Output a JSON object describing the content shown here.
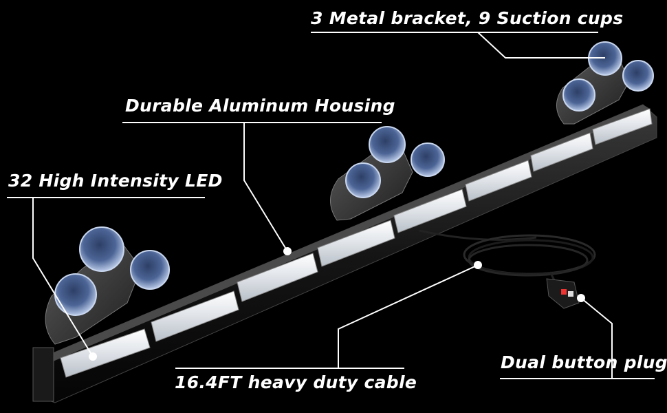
{
  "callouts": {
    "bracket": "3 Metal bracket, 9 Suction cups",
    "housing": "Durable Aluminum Housing",
    "led": "32 High Intensity LED",
    "cable": "16.4FT heavy duty cable",
    "plug": "Dual button plug"
  },
  "colors": {
    "background": "#000000",
    "text": "#ffffff",
    "bar_housing": "#1a1a1a",
    "led_module": "#e9ebee",
    "suction_cup": "#8fa6c8"
  }
}
